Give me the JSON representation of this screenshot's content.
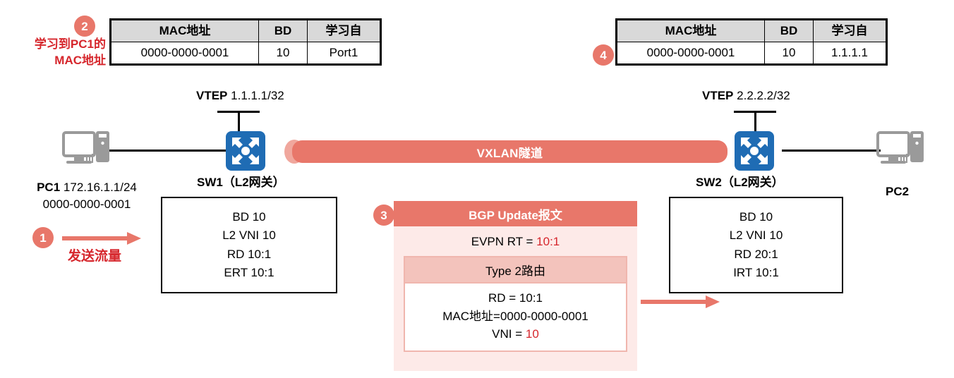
{
  "colors": {
    "accent_coral": "#e8776a",
    "accent_red": "#d6262c",
    "switch_blue": "#1f6cb4",
    "table_header_gray": "#d9d9d9",
    "panel_pink": "#fdeae8",
    "type2_head_pink": "#f3c3bc"
  },
  "left": {
    "badge": "2",
    "annotation_line1": "学习到PC1的",
    "annotation_line2": "MAC地址",
    "table": {
      "headers": [
        "MAC地址",
        "BD",
        "学习自"
      ],
      "rows": [
        [
          "0000-0000-0001",
          "10",
          "Port1"
        ]
      ]
    },
    "vtep_label": "VTEP",
    "vtep_value": "1.1.1.1/32",
    "switch_name": "SW1（L2网关）",
    "pc": {
      "name": "PC1",
      "ip": "172.16.1.1/24",
      "mac": "0000-0000-0001"
    },
    "traffic": {
      "badge": "1",
      "label": "发送流量"
    },
    "config": {
      "lines": [
        "BD 10",
        "L2 VNI 10",
        "RD 10:1",
        "ERT 10:1"
      ]
    }
  },
  "tunnel": {
    "label": "VXLAN隧道"
  },
  "center": {
    "badge": "3",
    "header": "BGP Update报文",
    "evpn_rt_label": "EVPN RT = ",
    "evpn_rt_value": "10:1",
    "type2_title": "Type 2路由",
    "type2_lines": [
      {
        "label": "RD = ",
        "value": "10:1",
        "value_red": false
      },
      {
        "label": "MAC地址=",
        "value": "0000-0000-0001",
        "value_red": false
      },
      {
        "label": "VNI = ",
        "value": "10",
        "value_red": true
      }
    ]
  },
  "right": {
    "badge": "4",
    "table": {
      "headers": [
        "MAC地址",
        "BD",
        "学习自"
      ],
      "rows": [
        [
          "0000-0000-0001",
          "10",
          "1.1.1.1"
        ]
      ]
    },
    "vtep_label": "VTEP",
    "vtep_value": "2.2.2.2/32",
    "switch_name": "SW2（L2网关）",
    "pc": {
      "name": "PC2"
    },
    "config": {
      "lines": [
        "BD 10",
        "L2 VNI 10",
        "RD 20:1",
        "IRT 10:1"
      ]
    }
  },
  "icons": {
    "switch": "switch-icon",
    "pc": "desktop-computer-icon",
    "arrow": "right-arrow-icon"
  }
}
